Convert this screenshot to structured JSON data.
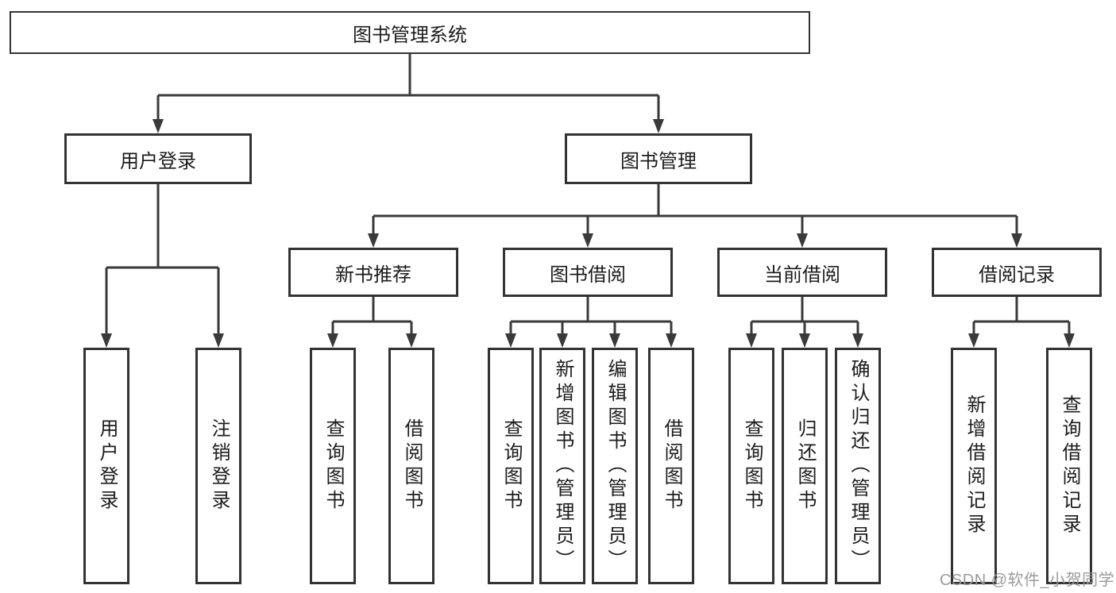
{
  "tree": {
    "root": {
      "label": "图书管理系统"
    },
    "children": [
      {
        "label": "用户登录",
        "children": [
          {
            "label": "用户登录"
          },
          {
            "label": "注销登录"
          }
        ]
      },
      {
        "label": "图书管理",
        "children": [
          {
            "label": "新书推荐",
            "children": [
              {
                "label": "查询图书"
              },
              {
                "label": "借阅图书"
              }
            ]
          },
          {
            "label": "图书借阅",
            "children": [
              {
                "label": "查询图书"
              },
              {
                "label": "新增图书（管理员）"
              },
              {
                "label": "编辑图书（管理员）"
              },
              {
                "label": "借阅图书"
              }
            ]
          },
          {
            "label": "当前借阅",
            "children": [
              {
                "label": "查询图书"
              },
              {
                "label": "归还图书"
              },
              {
                "label": "确认归还（管理员）"
              }
            ]
          },
          {
            "label": "借阅记录",
            "children": [
              {
                "label": "新增借阅记录"
              },
              {
                "label": "查询借阅记录"
              }
            ]
          }
        ]
      }
    ]
  },
  "watermark": {
    "text": "CSDN @软件_小贺同学"
  },
  "colors": {
    "line": "#3a3a3a",
    "box_border": "#333333",
    "text": "#1c1c1c",
    "watermark": "#9b9b9b",
    "background": "#ffffff"
  }
}
